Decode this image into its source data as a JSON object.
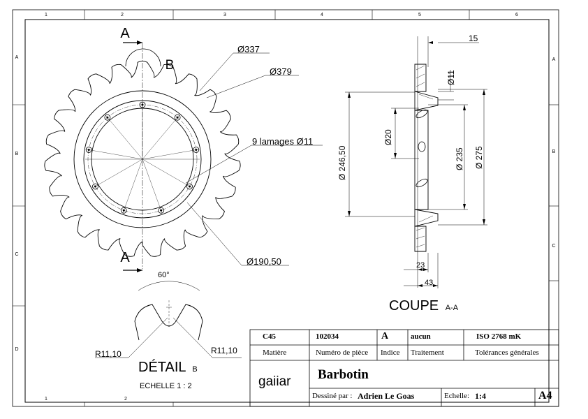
{
  "border": {
    "top_zones": [
      "1",
      "2",
      "3",
      "4",
      "5",
      "6"
    ],
    "bottom_zones": [
      "1",
      "2"
    ],
    "left_zones": [
      "A",
      "B",
      "C",
      "D"
    ],
    "right_zones": [
      "A",
      "B",
      "C"
    ]
  },
  "front_view": {
    "section_mark_top": "A",
    "section_mark_bottom": "A",
    "detail_mark": "B",
    "dim_337": "Ø337",
    "dim_379": "Ø379",
    "dim_holes": "9 lamages Ø11",
    "dim_19050": "Ø190,50"
  },
  "section_view": {
    "dim_15": "15",
    "dim_11": "Ø11",
    "dim_20": "Ø20",
    "dim_24650": "Ø 246,50",
    "dim_235": "Ø 235",
    "dim_275": "Ø 275",
    "dim_23": "23",
    "dim_43": "43",
    "title": "COUPE",
    "title_suffix": "A-A"
  },
  "detail_view": {
    "angle": "60°",
    "radius_left": "R11,10",
    "radius_right": "R11,10",
    "title": "DÉTAIL",
    "title_suffix": "B",
    "scale": "ECHELLE 1 : 2"
  },
  "title_block": {
    "material_value": "C45",
    "material_label": "Matière",
    "part_number_value": "102034",
    "part_number_label": "Numéro de pièce",
    "index_value": "A",
    "index_label": "Indice",
    "treatment_value": "aucun",
    "treatment_label": "Traitement",
    "tolerance_value": "ISO 2768 mK",
    "tolerance_label": "Tolérances générales",
    "logo": "gaiiar",
    "part_name": "Barbotin",
    "drawn_by_label": "Dessiné par :",
    "drawn_by_value": "Adrien Le Goas",
    "scale_label": "Echelle:",
    "scale_value": "1:4",
    "format": "A4"
  }
}
